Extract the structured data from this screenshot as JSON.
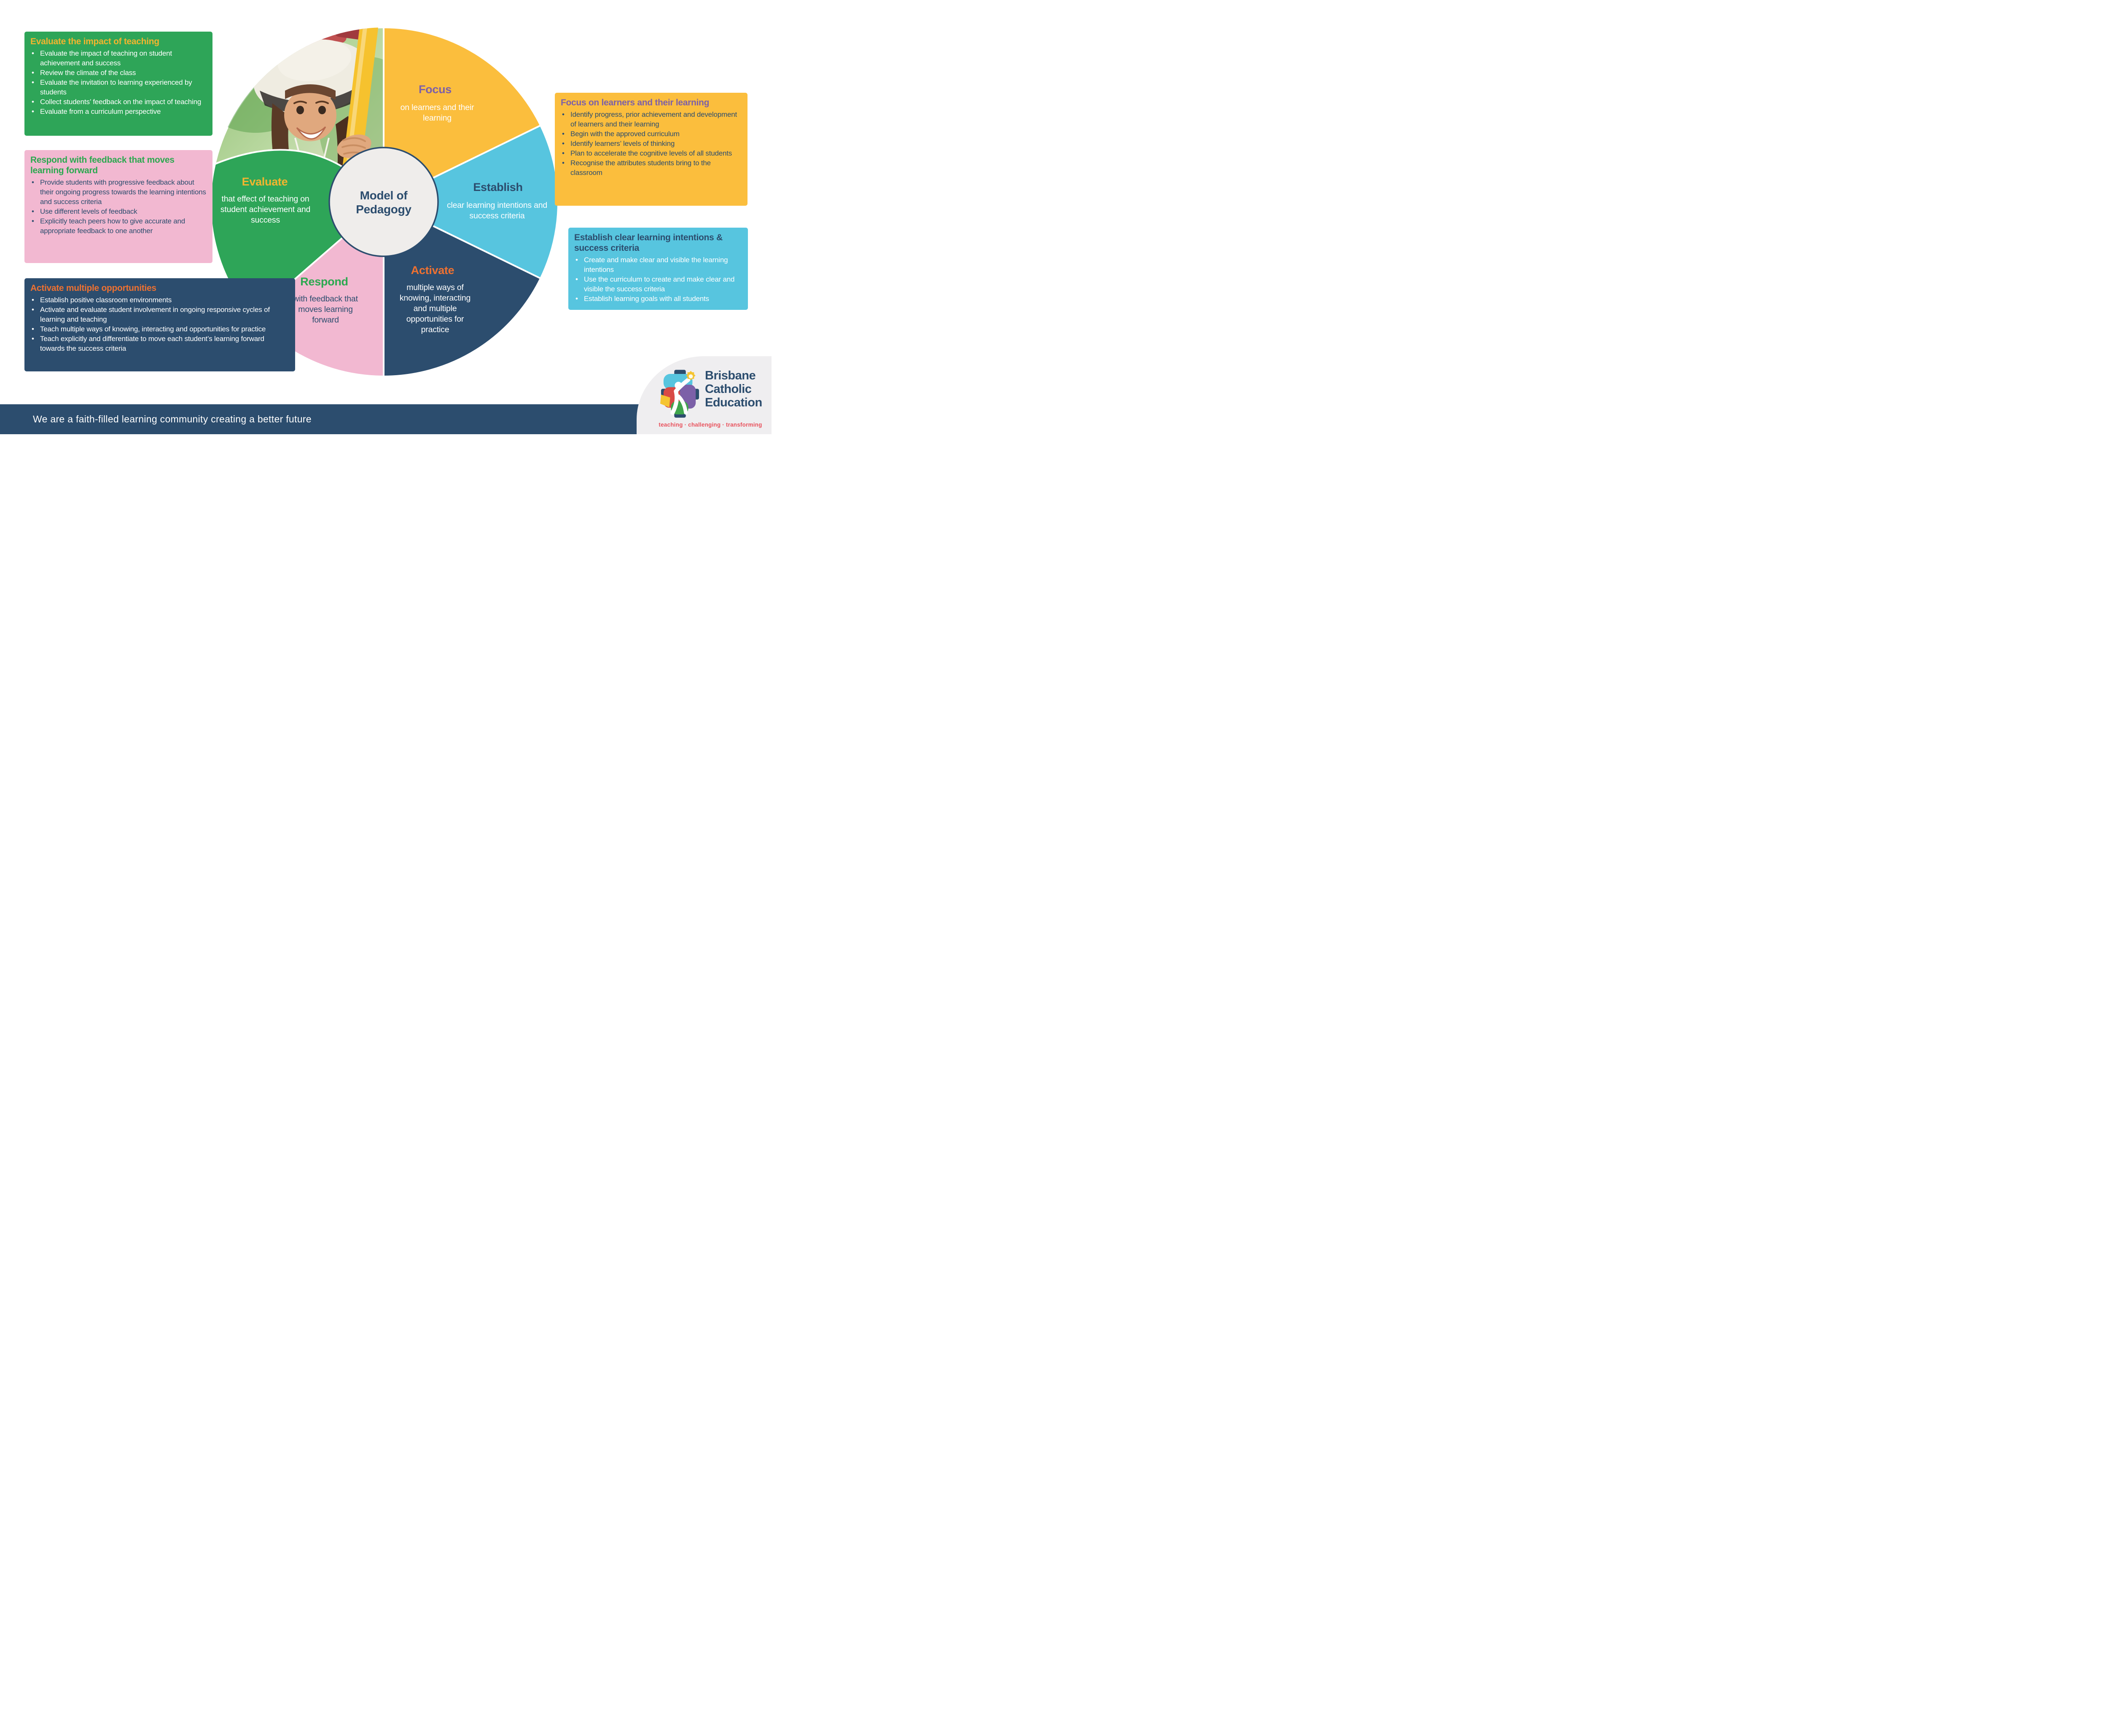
{
  "title": "Model of Pedagogy",
  "palette": {
    "green": "#2EA558",
    "yellow": "#FBBE3D",
    "pink": "#F2B8D1",
    "navy": "#2C4D6E",
    "light_blue": "#57C5DF",
    "purple": "#7C60A8",
    "orange": "#EE7131",
    "gold": "#F2B52F",
    "logo_red": "#E8515C",
    "center_gray": "#EFEDEB"
  },
  "wheel": {
    "center_label": "Model of Pedagogy",
    "segments": {
      "focus": {
        "title": "Focus",
        "subtitle": "on learners and their learning"
      },
      "establish": {
        "title": "Establish",
        "subtitle": "clear learning intentions and success criteria"
      },
      "activate": {
        "title": "Activate",
        "subtitle": "multiple ways of knowing, interacting and multiple opportunities for practice"
      },
      "respond": {
        "title": "Respond",
        "subtitle": "with feedback that moves learning forward"
      },
      "evaluate": {
        "title": "Evaluate",
        "subtitle": "that effect of teaching on student achievement and success"
      }
    }
  },
  "boxes": {
    "evaluate": {
      "title": "Evaluate the impact of teaching",
      "bullets": [
        "Evaluate the impact of teaching on student achievement and success",
        "Review the climate of the class",
        "Evaluate the invitation to learning experienced by students",
        "Collect students’ feedback on the impact of teaching",
        "Evaluate from a curriculum perspective"
      ]
    },
    "respond": {
      "title": "Respond with feedback that moves learning forward",
      "bullets": [
        "Provide students with progressive feedback about their ongoing progress towards the learning intentions and success criteria",
        "Use different levels of feedback",
        "Explicitly teach peers how to give accurate and appropriate feedback to one another"
      ]
    },
    "activate": {
      "title": "Activate multiple opportunities",
      "bullets": [
        "Establish positive classroom environments",
        "Activate and evaluate student involvement in ongoing responsive cycles of learning and teaching",
        "Teach multiple ways of knowing, interacting and opportunities for practice",
        "Teach explicitly and differentiate to move each student’s learning forward towards the success criteria"
      ]
    },
    "focus": {
      "title": "Focus on learners and their learning",
      "bullets": [
        "Identify progress, prior achievement and development of learners and their learning",
        "Begin with the approved curriculum",
        "Identify learners’ levels of thinking",
        "Plan to accelerate the cognitive levels of all students",
        "Recognise the attributes students bring to the classroom"
      ]
    },
    "establish": {
      "title": "Establish clear learning intentions & success criteria",
      "bullets": [
        "Create and make clear and visible the learning intentions",
        "Use the curriculum to create and make clear and visible the success criteria",
        "Establish learning goals with all students"
      ]
    }
  },
  "footer": {
    "message": "We are a faith-filled learning community creating a better future"
  },
  "logo": {
    "name_lines": [
      "Brisbane",
      "Catholic",
      "Education"
    ],
    "tagline": "teaching · challenging · transforming"
  }
}
